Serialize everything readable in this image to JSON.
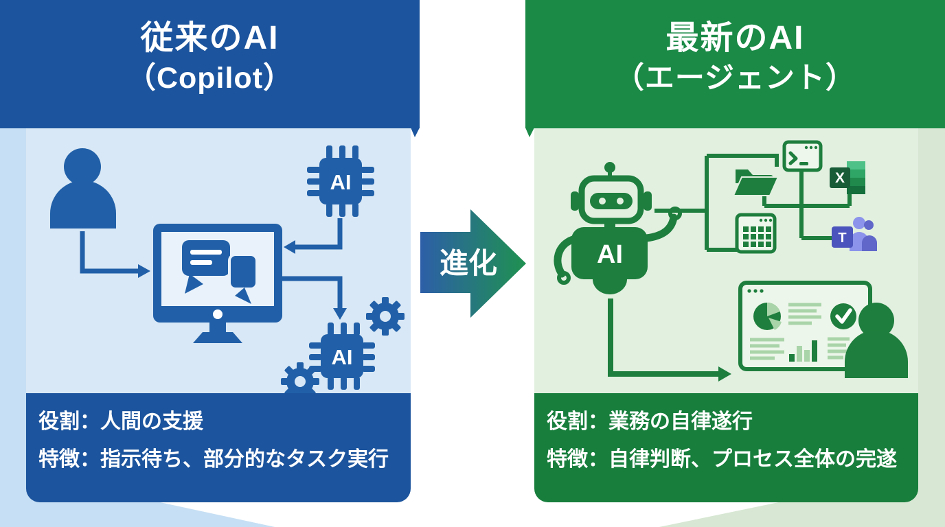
{
  "left": {
    "header_title_line1": "従来のAI",
    "header_title_line2": "（Copilot）",
    "footer_role": "役割：人間の支援",
    "footer_feature": "特徴：指示待ち、部分的なタスク実行",
    "chip_top_label": "AI",
    "chip_bottom_label": "AI",
    "icons": [
      "user-icon",
      "monitor-chat-icon",
      "ai-chip-icon",
      "ai-chip-gears-icon",
      "flow-arrows"
    ]
  },
  "evolution_arrow": {
    "label": "進化"
  },
  "right": {
    "header_title_line1": "最新のAI",
    "header_title_line2": "（エージェント）",
    "footer_role": "役割：業務の自律遂行",
    "footer_feature": "特徴：自律判断、プロセス全体の完遂",
    "robot_chest_label": "AI",
    "excel_letter": "X",
    "teams_letter": "T",
    "icons": [
      "robot-icon",
      "folder-icon",
      "terminal-icon",
      "excel-icon",
      "calendar-grid-icon",
      "teams-icon",
      "dashboard-icon",
      "user-icon",
      "check-icon",
      "pie-chart-icon",
      "bar-chart-icon"
    ]
  },
  "colors": {
    "header_blue": "#1c549d",
    "panel_light_blue": "#d9e8f6",
    "strip_light_blue": "#c6dff4",
    "icon_blue": "#2160a8",
    "header_green": "#1a8a46",
    "footer_green": "#177e3c",
    "panel_light_green": "#e2f0e0",
    "strip_light_green": "#d7e7d3",
    "icon_green": "#1e7e3d",
    "chart_light_green": "#a9d4a9",
    "teams_purple": "#4b53bc",
    "teams_light_purple": "#8b93eb",
    "excel_dark_green": "#185c37",
    "arrow_gradient_start": "#2d5fa8",
    "arrow_gradient_end": "#1f9150"
  }
}
